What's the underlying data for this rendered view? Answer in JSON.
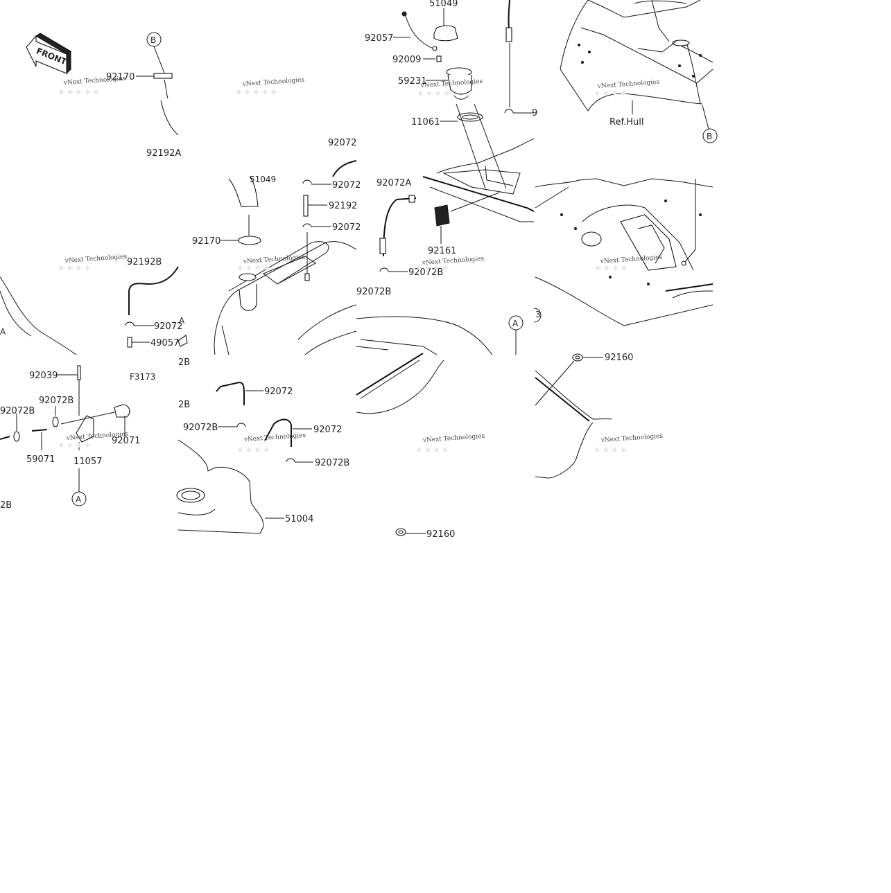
{
  "diagram": {
    "orientation_badge": "FRONT",
    "figure_code": "F3173",
    "reference_note": "Ref.Hull",
    "watermark": "vNext Technologies",
    "callout_markers": [
      "A",
      "B"
    ],
    "part_labels": [
      "51049",
      "92057",
      "92009",
      "59231",
      "11061",
      "92072A",
      "92161",
      "92072B",
      "92170",
      "92192A",
      "92192B",
      "92072",
      "92192",
      "49057",
      "92039",
      "59071",
      "11057",
      "92071",
      "51004",
      "92160",
      "F3173"
    ]
  }
}
